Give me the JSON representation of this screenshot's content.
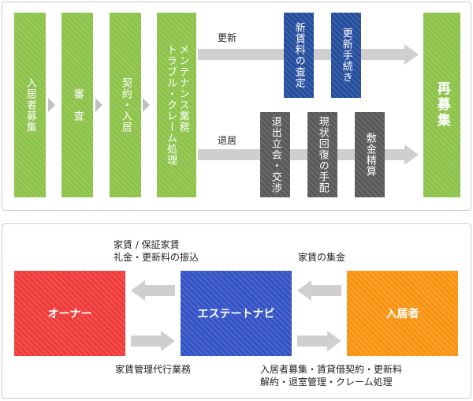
{
  "flow": {
    "steps": [
      "入居者募集",
      "審　査",
      "契約・入居",
      "メンテナンス業務\nトラブル・クレーム処理"
    ],
    "renewal": {
      "label": "更新",
      "items": [
        "新賃料の査定",
        "更新手続き"
      ]
    },
    "moveout": {
      "label": "退居",
      "items": [
        "退出立会・交渉",
        "現状回復の手配",
        "敷金精算"
      ]
    },
    "final": "再募集"
  },
  "relation": {
    "owner": "オーナー",
    "company": "エステートナビ",
    "tenant": "入居者",
    "to_owner_line1": "家賃 / 保証家賃",
    "to_owner_line2": "礼金・更新料の振込",
    "rent_collection": "家賃の集金",
    "owner_service": "家賃管理代行業務",
    "tenant_service_line1": "入居者募集・賃貸借契約・更新料",
    "tenant_service_line2": "解約・退室管理・クレーム処理"
  },
  "colors": {
    "green": "#8dc34a",
    "blue": "#234c9c",
    "gray": "#595959",
    "red": "#f03a3a",
    "navy": "#3352c4",
    "orange": "#f8930f"
  }
}
